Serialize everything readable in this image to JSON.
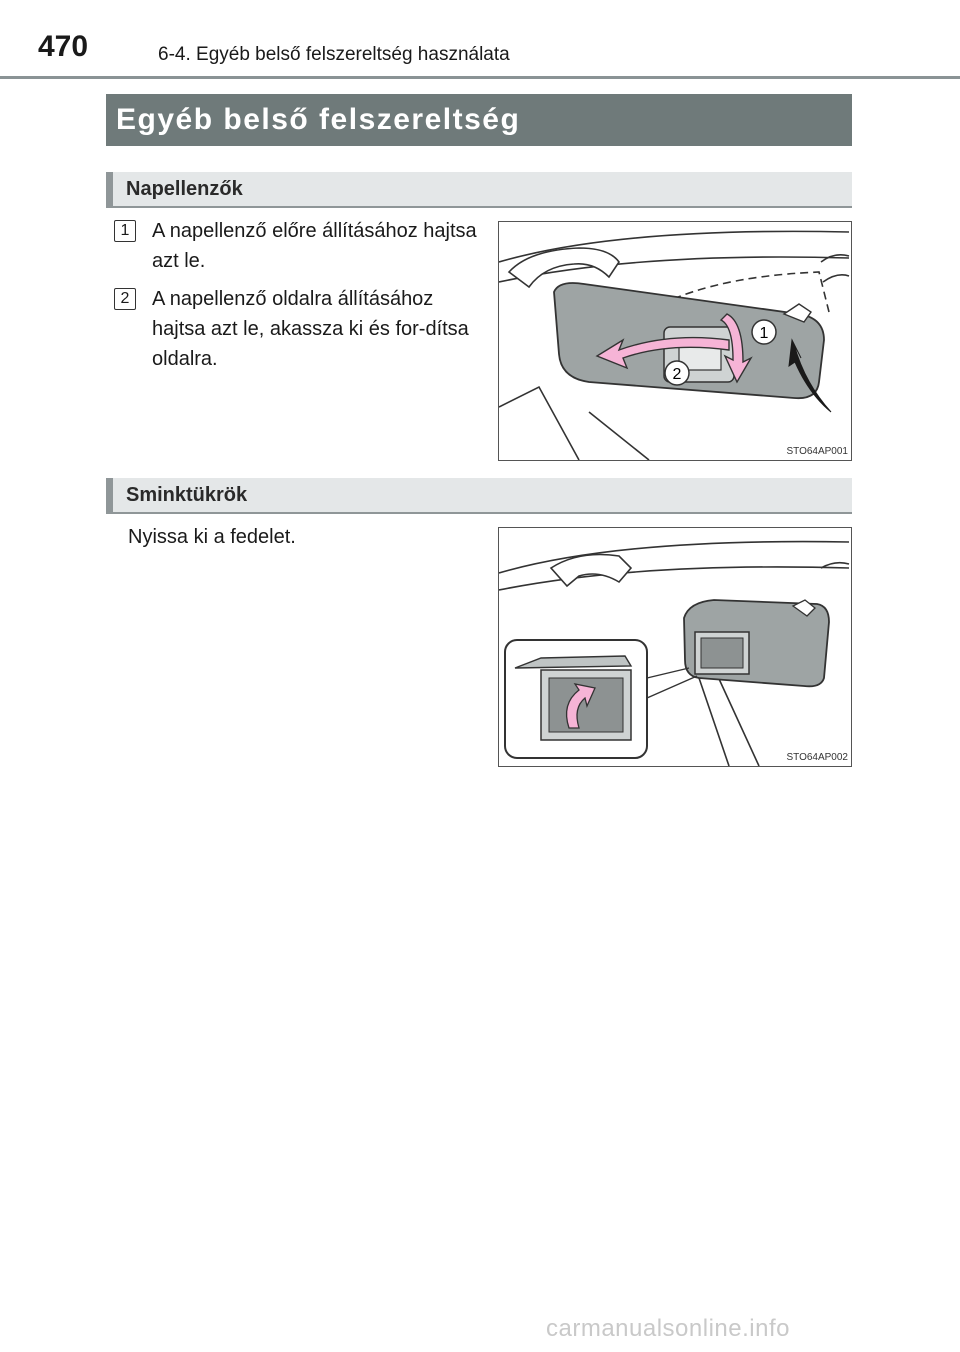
{
  "header": {
    "page_number": "470",
    "section": "6-4. Egyéb belső felszereltség használata"
  },
  "chapter_title": "Egyéb belső felszereltség",
  "sun_visors": {
    "title": "Napellenzők",
    "steps": [
      {
        "number": "1",
        "text": "A napellenző előre állításához hajtsa azt le."
      },
      {
        "number": "2",
        "text": "A napellenző oldalra állításához hajtsa azt le, akassza ki és for-dítsa oldalra."
      }
    ],
    "figure": {
      "code": "STO64AP001",
      "callout_1": "1",
      "callout_2": "2"
    }
  },
  "vanity_mirrors": {
    "title": "Sminktükrök",
    "text": "Nyissa ki a fedelet.",
    "figure": {
      "code": "STO64AP002"
    }
  },
  "watermark": "carmanualsonline.info"
}
